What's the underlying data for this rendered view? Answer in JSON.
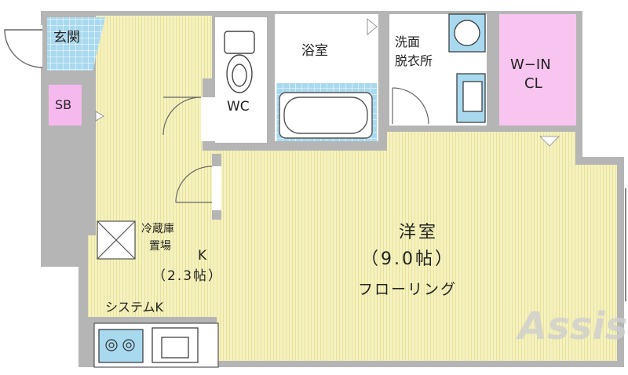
{
  "rooms": {
    "genkan": "玄関",
    "sb": "SB",
    "wc": "WC",
    "bath": "浴室",
    "washroom_line1": "洗面",
    "washroom_line2": "脱衣所",
    "closet_line1": "W−IN",
    "closet_line2": "CL",
    "fridge_line1": "冷蔵庫",
    "fridge_line2": "置場",
    "kitchen_name": "K",
    "kitchen_size": "（2.3帖）",
    "system_kitchen": "システムK",
    "western_name": "洋室",
    "western_size": "（9.0帖）",
    "western_floor": "フローリング"
  },
  "watermark": "Assist",
  "colors": {
    "wall": "#b7b7b7",
    "floor": "#f4f1b9",
    "floor_line": "#e6e094",
    "wet_area": "#ffffff",
    "tile_blue": "#a9d9ef",
    "storage_pink": "#f6b9ee",
    "closet_pink": "#f8c4f0"
  }
}
